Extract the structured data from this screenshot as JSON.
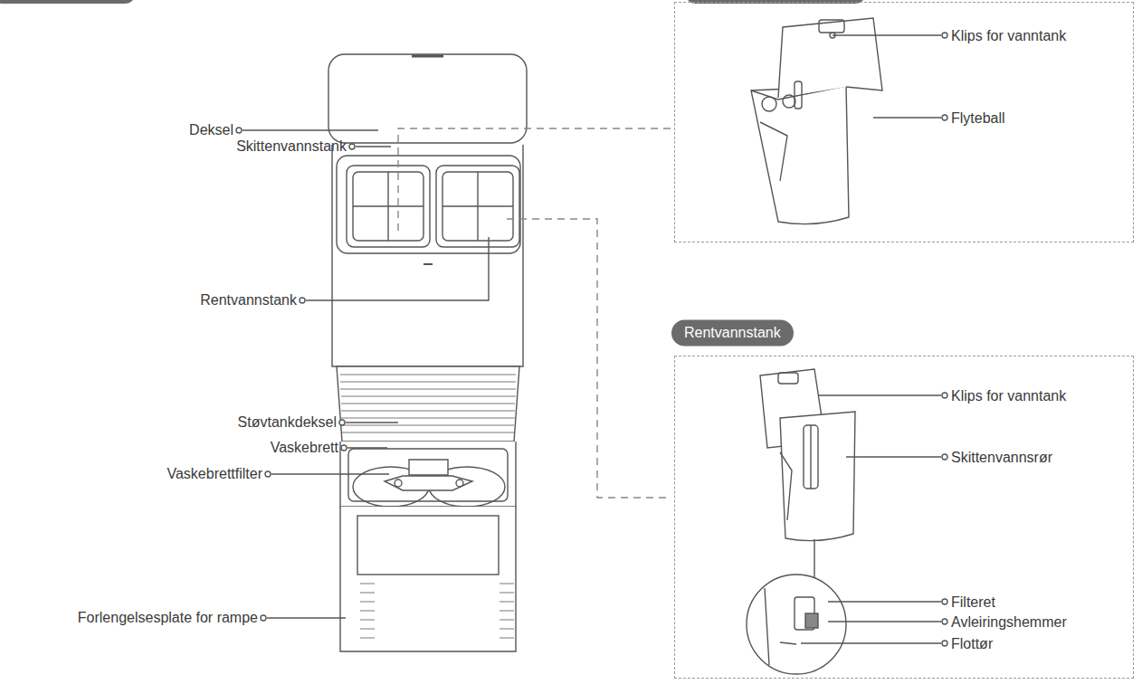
{
  "diagram": {
    "nodes": [
      {
        "text": [
          "Klips for vanntank",
          "Flyteball"
        ]
      },
      {
        "text": [
          "Rentvannstank",
          "Klips for vanntank",
          "Skittenvannsrør",
          "Filteret",
          "Avleiringshemmer",
          "Flottør"
        ]
      }
    ],
    "labels": [
      "Deksel",
      "Skittenvannstank",
      "Rentvannstank",
      "Støvtankdeksel",
      "Vaskebrett",
      "Vaskebrettfilter",
      "Forlengelsesplate for rampe"
    ]
  }
}
